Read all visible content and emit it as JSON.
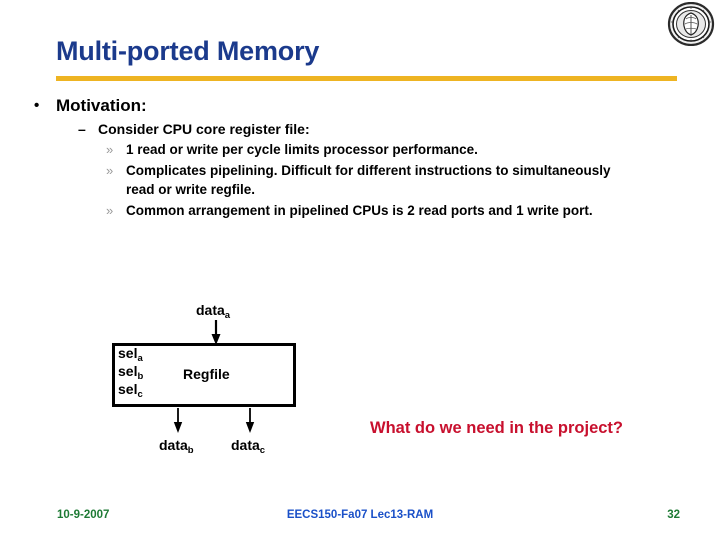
{
  "slide": {
    "title": "Multi-ported Memory",
    "accent_rule_color": "#eeb422",
    "title_color": "#1b3a8c",
    "seal_icon": "university-seal-icon"
  },
  "bullets": {
    "level1_marker": "•",
    "level2_marker": "–",
    "level3_marker": "»",
    "items": [
      {
        "level": 1,
        "text": "Motivation:"
      },
      {
        "level": 2,
        "text": "Consider CPU core register file:"
      },
      {
        "level": 3,
        "text": "1 read or write per cycle limits processor performance."
      },
      {
        "level": 3,
        "text": "Complicates pipelining.  Difficult for different instructions to simultaneously read or write regfile."
      },
      {
        "level": 3,
        "text": "Common arrangement in pipelined CPUs is 2 read ports and 1 write port."
      }
    ]
  },
  "diagram": {
    "block_label": "Regfile",
    "input_data_label": "data",
    "input_data_sub": "a",
    "select_labels": [
      {
        "base": "sel",
        "sub": "a"
      },
      {
        "base": "sel",
        "sub": "b"
      },
      {
        "base": "sel",
        "sub": "c"
      }
    ],
    "output_labels": [
      {
        "base": "data",
        "sub": "b"
      },
      {
        "base": "data",
        "sub": "c"
      }
    ],
    "arrow_color": "#000000",
    "box_border_color": "#000000"
  },
  "callout": {
    "text": "What do we need in the project?",
    "color": "#c8102e"
  },
  "footer": {
    "date": "10-9-2007",
    "center": "EECS150-Fa07 Lec13-RAM",
    "page_number": "32",
    "date_color": "#1d7a34",
    "center_color": "#1a50c8"
  }
}
